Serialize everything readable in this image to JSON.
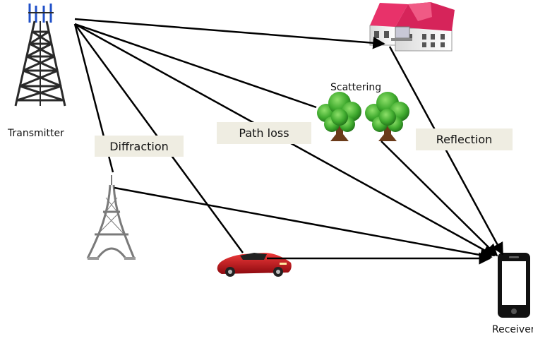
{
  "nodes": {
    "transmitter": "Transmitter",
    "receiver": "Receiver",
    "scattering": "Scattering"
  },
  "labels": {
    "diffraction": "Diffraction",
    "path_loss": "Path loss",
    "reflection": "Reflection"
  },
  "colors": {
    "arrow": "#000000",
    "label_background": "#efede2",
    "house_roof": "#e8326a",
    "car_body": "#c8101c",
    "tree_foliage": "#3faa2e",
    "tower_steel": "#2a2a2a",
    "antenna": "#2050c8"
  }
}
